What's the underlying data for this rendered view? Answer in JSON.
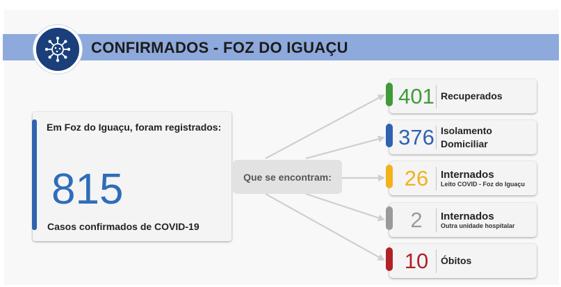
{
  "header": {
    "title": "CONFIRMADOS - FOZ DO IGUAÇU",
    "icon": "virus-icon",
    "band_color": "#8ea9db",
    "circle_color": "#1a3f7a"
  },
  "main": {
    "intro": "Em Foz do Iguaçu, foram registrados:",
    "value": "815",
    "caption": "Casos confirmados de COVID-19",
    "accent_color": "#2f63b0"
  },
  "middle": {
    "label": "Que se encontram:"
  },
  "stats": [
    {
      "value": "401",
      "label": "Recuperados",
      "sub": "",
      "color": "#3f9b3a"
    },
    {
      "value": "376",
      "label": "Isolamento Domiciliar",
      "sub": "",
      "color": "#2f63b0"
    },
    {
      "value": "26",
      "label": "Internados",
      "sub": "Leito COVID - Foz do Iguaçu",
      "color": "#f1b21a"
    },
    {
      "value": "2",
      "label": "Internados",
      "sub": "Outra unidade hospitalar",
      "color": "#9a9a9a"
    },
    {
      "value": "10",
      "label": "Óbitos",
      "sub": "",
      "color": "#b32025"
    }
  ]
}
